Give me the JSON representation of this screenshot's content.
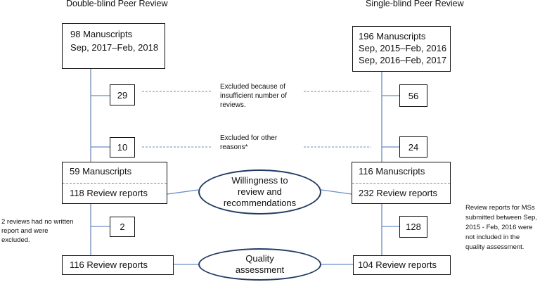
{
  "headers": {
    "left": "Double-blind Peer Review",
    "right": "Single-blind Peer Review"
  },
  "left": {
    "start_count": "98 Manuscripts",
    "start_period": "Sep, 2017–Feb, 2018",
    "excluded_insufficient": "29",
    "excluded_other": "10",
    "manuscripts": "59 Manuscripts",
    "review_reports": "118 Review reports",
    "no_written_report": "2",
    "final_reports": "116 Review reports"
  },
  "right": {
    "start_count": "196 Manuscripts",
    "start_period_1": "Sep, 2015–Feb, 2016",
    "start_period_2": "Sep, 2016–Feb, 2017",
    "excluded_insufficient": "56",
    "excluded_other": "24",
    "manuscripts": "116 Manuscripts",
    "review_reports": "232 Review reports",
    "not_included": "128",
    "final_reports": "104 Review reports"
  },
  "middle": {
    "excluded_insufficient_1": "Excluded because of",
    "excluded_insufficient_2": "insufficient number of",
    "excluded_insufficient_3": "reviews.",
    "excluded_other_1": "Excluded for other",
    "excluded_other_2": "reasons*",
    "ellipse_willingness_1": "Willingness to",
    "ellipse_willingness_2": "review and",
    "ellipse_willingness_3": "recommendations",
    "ellipse_quality_1": "Quality",
    "ellipse_quality_2": "assessment"
  },
  "notes": {
    "left_1": "2 reviews had no written",
    "left_2": "report and were",
    "left_3": "excluded.",
    "right_1": "Review reports for MSs",
    "right_2": "submitted between Sep,",
    "right_3": "2015 - Feb, 2016 were",
    "right_4": "not included in the",
    "right_5": "quality assessment."
  }
}
